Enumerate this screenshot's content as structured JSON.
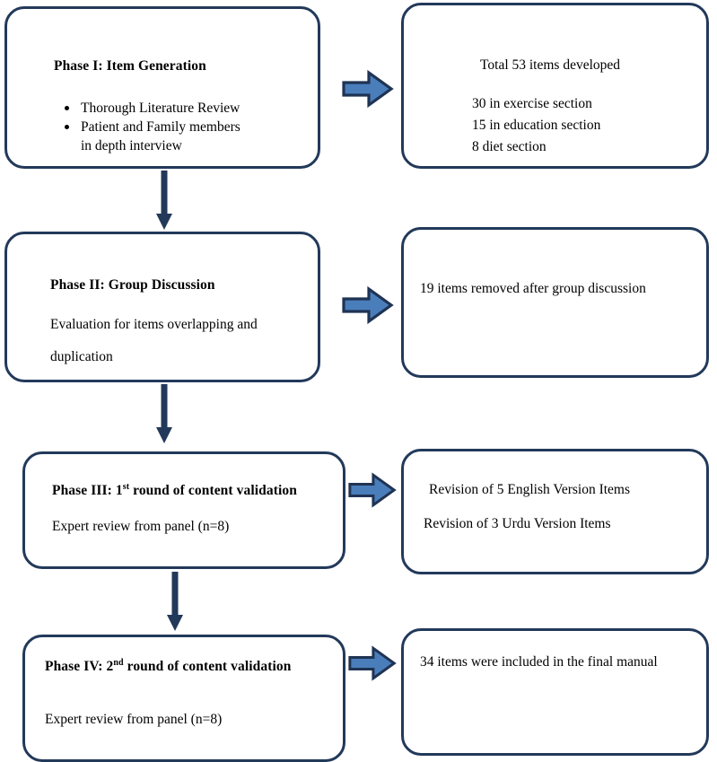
{
  "figure": {
    "type": "flowchart",
    "orientation": "vertical-with-side-outcomes",
    "colors": {
      "box_border": "#22395a",
      "box_fill": "#ffffff",
      "arrow_fill": "#4a7ebb",
      "arrow_border": "#1f3353",
      "down_arrow": "#22395a",
      "text": "#000000"
    }
  },
  "phases": [
    {
      "id": "phase-1",
      "heading_main": "Phase I: Item Generation",
      "heading_sup": "",
      "heading_tail": "",
      "bullets": [
        "Thorough Literature Review",
        "Patient and Family members",
        "in depth interview"
      ]
    },
    {
      "id": "phase-2",
      "heading_main": "Phase II: Group Discussion",
      "heading_sup": "",
      "heading_tail": "",
      "lines": [
        "Evaluation for items overlapping and",
        "duplication"
      ]
    },
    {
      "id": "phase-3",
      "heading_main": "Phase III: 1",
      "heading_sup": "st",
      "heading_tail": " round of content validation",
      "lines": [
        "Expert review from panel (n=8)"
      ]
    },
    {
      "id": "phase-4",
      "heading_main": "Phase IV: 2",
      "heading_sup": "nd",
      "heading_tail": " round of content validation",
      "lines": [
        "Expert review from panel (n=8)"
      ]
    }
  ],
  "outcomes": [
    {
      "id": "outcome-1",
      "lines": [
        "Total 53 items developed",
        "30 in exercise section",
        "15 in education section",
        " 8 diet section"
      ]
    },
    {
      "id": "outcome-2",
      "lines": [
        "19 items removed after group discussion"
      ]
    },
    {
      "id": "outcome-3",
      "lines": [
        "Revision of 5 English Version Items",
        "Revision of 3 Urdu Version Items"
      ]
    },
    {
      "id": "outcome-4",
      "lines": [
        "34 items were included in the final manual"
      ]
    }
  ],
  "connectors": {
    "side_arrow_label": "leads-to",
    "down_arrow_label": "next-phase",
    "count_side": 4,
    "count_down": 3
  }
}
